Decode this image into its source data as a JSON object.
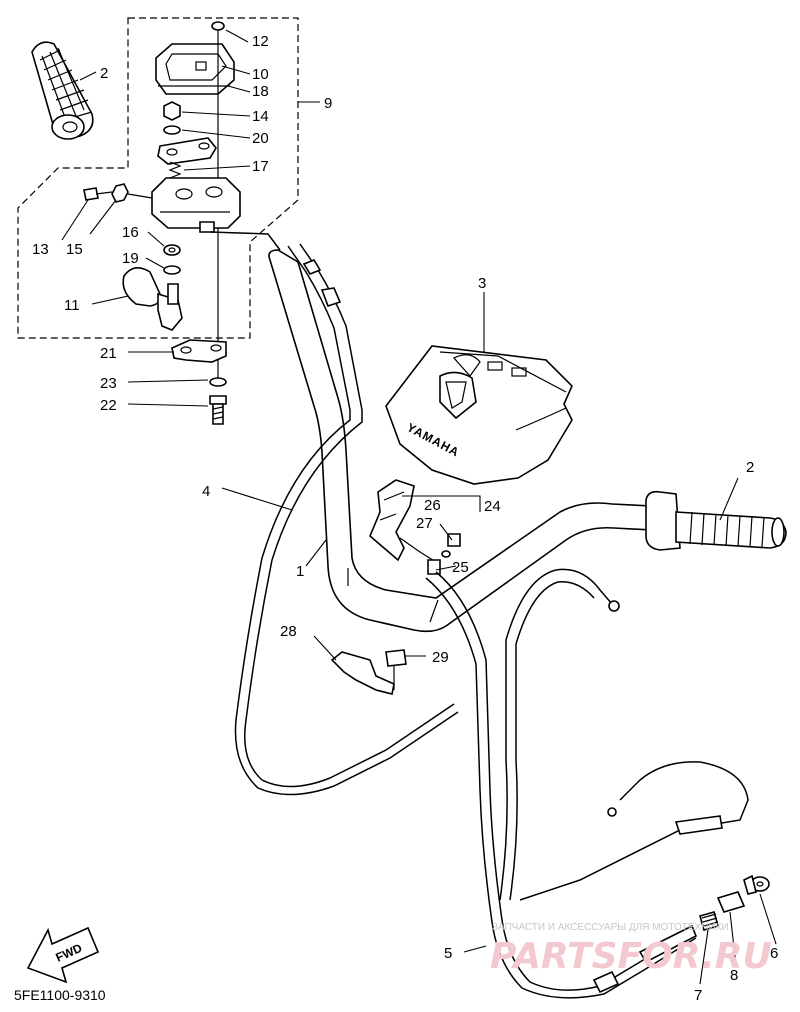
{
  "diagram": {
    "part_code": "5FE1100-9310",
    "fwd_label": "FWD",
    "brand_text": "YAMAHA",
    "callouts": [
      {
        "id": "c1",
        "label": "1"
      },
      {
        "id": "c2a",
        "label": "2"
      },
      {
        "id": "c2b",
        "label": "2"
      },
      {
        "id": "c3",
        "label": "3"
      },
      {
        "id": "c4",
        "label": "4"
      },
      {
        "id": "c5",
        "label": "5"
      },
      {
        "id": "c6",
        "label": "6"
      },
      {
        "id": "c7",
        "label": "7"
      },
      {
        "id": "c8",
        "label": "8"
      },
      {
        "id": "c9",
        "label": "9"
      },
      {
        "id": "c10",
        "label": "10"
      },
      {
        "id": "c11",
        "label": "11"
      },
      {
        "id": "c12",
        "label": "12"
      },
      {
        "id": "c13",
        "label": "13"
      },
      {
        "id": "c14",
        "label": "14"
      },
      {
        "id": "c15",
        "label": "15"
      },
      {
        "id": "c16",
        "label": "16"
      },
      {
        "id": "c17",
        "label": "17"
      },
      {
        "id": "c18",
        "label": "18"
      },
      {
        "id": "c19",
        "label": "19"
      },
      {
        "id": "c20",
        "label": "20"
      },
      {
        "id": "c21",
        "label": "21"
      },
      {
        "id": "c22",
        "label": "22"
      },
      {
        "id": "c23",
        "label": "23"
      },
      {
        "id": "c24",
        "label": "24"
      },
      {
        "id": "c25",
        "label": "25"
      },
      {
        "id": "c26",
        "label": "26"
      },
      {
        "id": "c27",
        "label": "27"
      },
      {
        "id": "c28",
        "label": "28"
      },
      {
        "id": "c29",
        "label": "29"
      }
    ]
  },
  "watermark": {
    "line1": "ЗАПЧАСТИ И АКСЕССУАРЫ ДЛЯ МОТОТЕХНИКИ",
    "logo": "PARTSFOR.RU"
  }
}
